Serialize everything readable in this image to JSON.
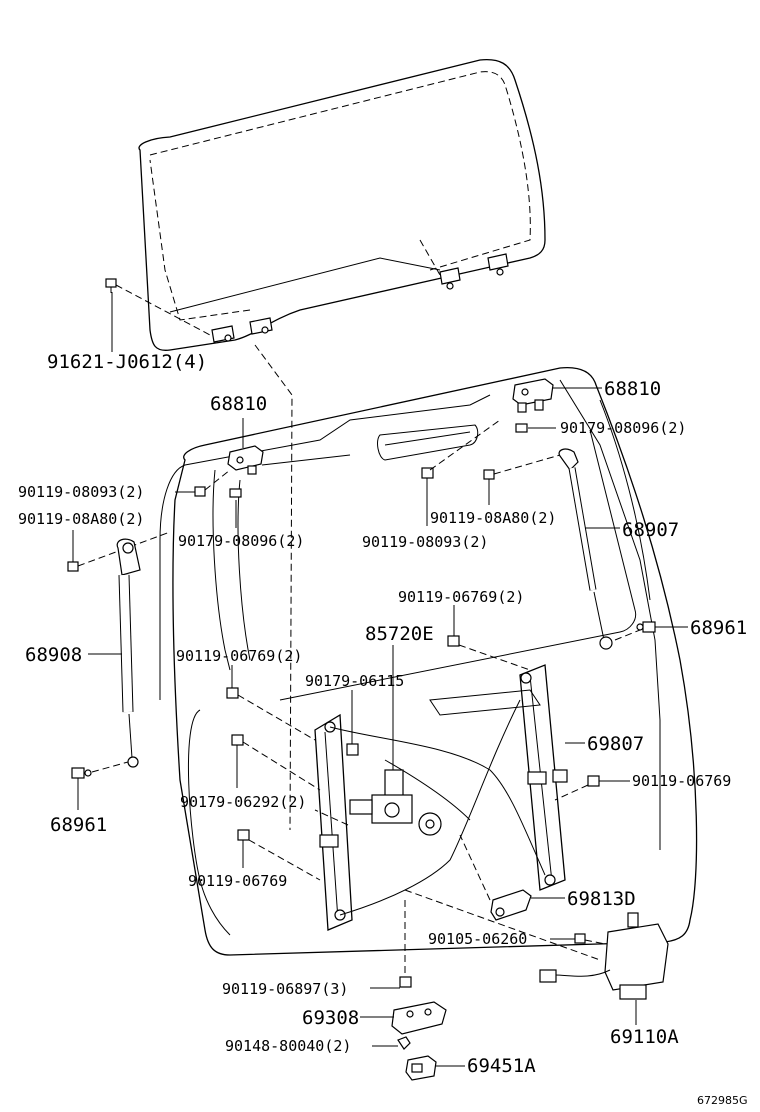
{
  "labels": {
    "glass_bolt": "91621-J0612(4)",
    "hinge_left": "68810",
    "hinge_right": "68810",
    "bolt_left_upper": "90119-08093(2)",
    "bolt_left_lower": "90119-08A80(2)",
    "nut_left": "90179-08096(2)",
    "nut_right": "90179-08096(2)",
    "bolt_center": "90119-08093(2)",
    "bolt_right_small": "90119-08A80(2)",
    "stay_right": "68907",
    "stay_left": "68908",
    "ball_right": "68961",
    "ball_left": "68961",
    "bolt_mid_right": "90119-06769(2)",
    "bolt_mid_left": "90119-06769(2)",
    "motor": "85720E",
    "nut_motor": "90179-06115",
    "regulator": "69807",
    "bolt_reg_right": "90119-06769",
    "nut_lower_left": "90179-06292(2)",
    "bolt_lower_left": "90119-06769",
    "handle_part": "69813D",
    "screw_lock": "90105-06260",
    "bolt_bottom": "90119-06897(3)",
    "bracket_bottom": "69308",
    "lock_motor": "69110A",
    "bolt_clip": "90148-80040(2)",
    "clip_bottom": "69451A",
    "drawing_id": "672985G"
  }
}
